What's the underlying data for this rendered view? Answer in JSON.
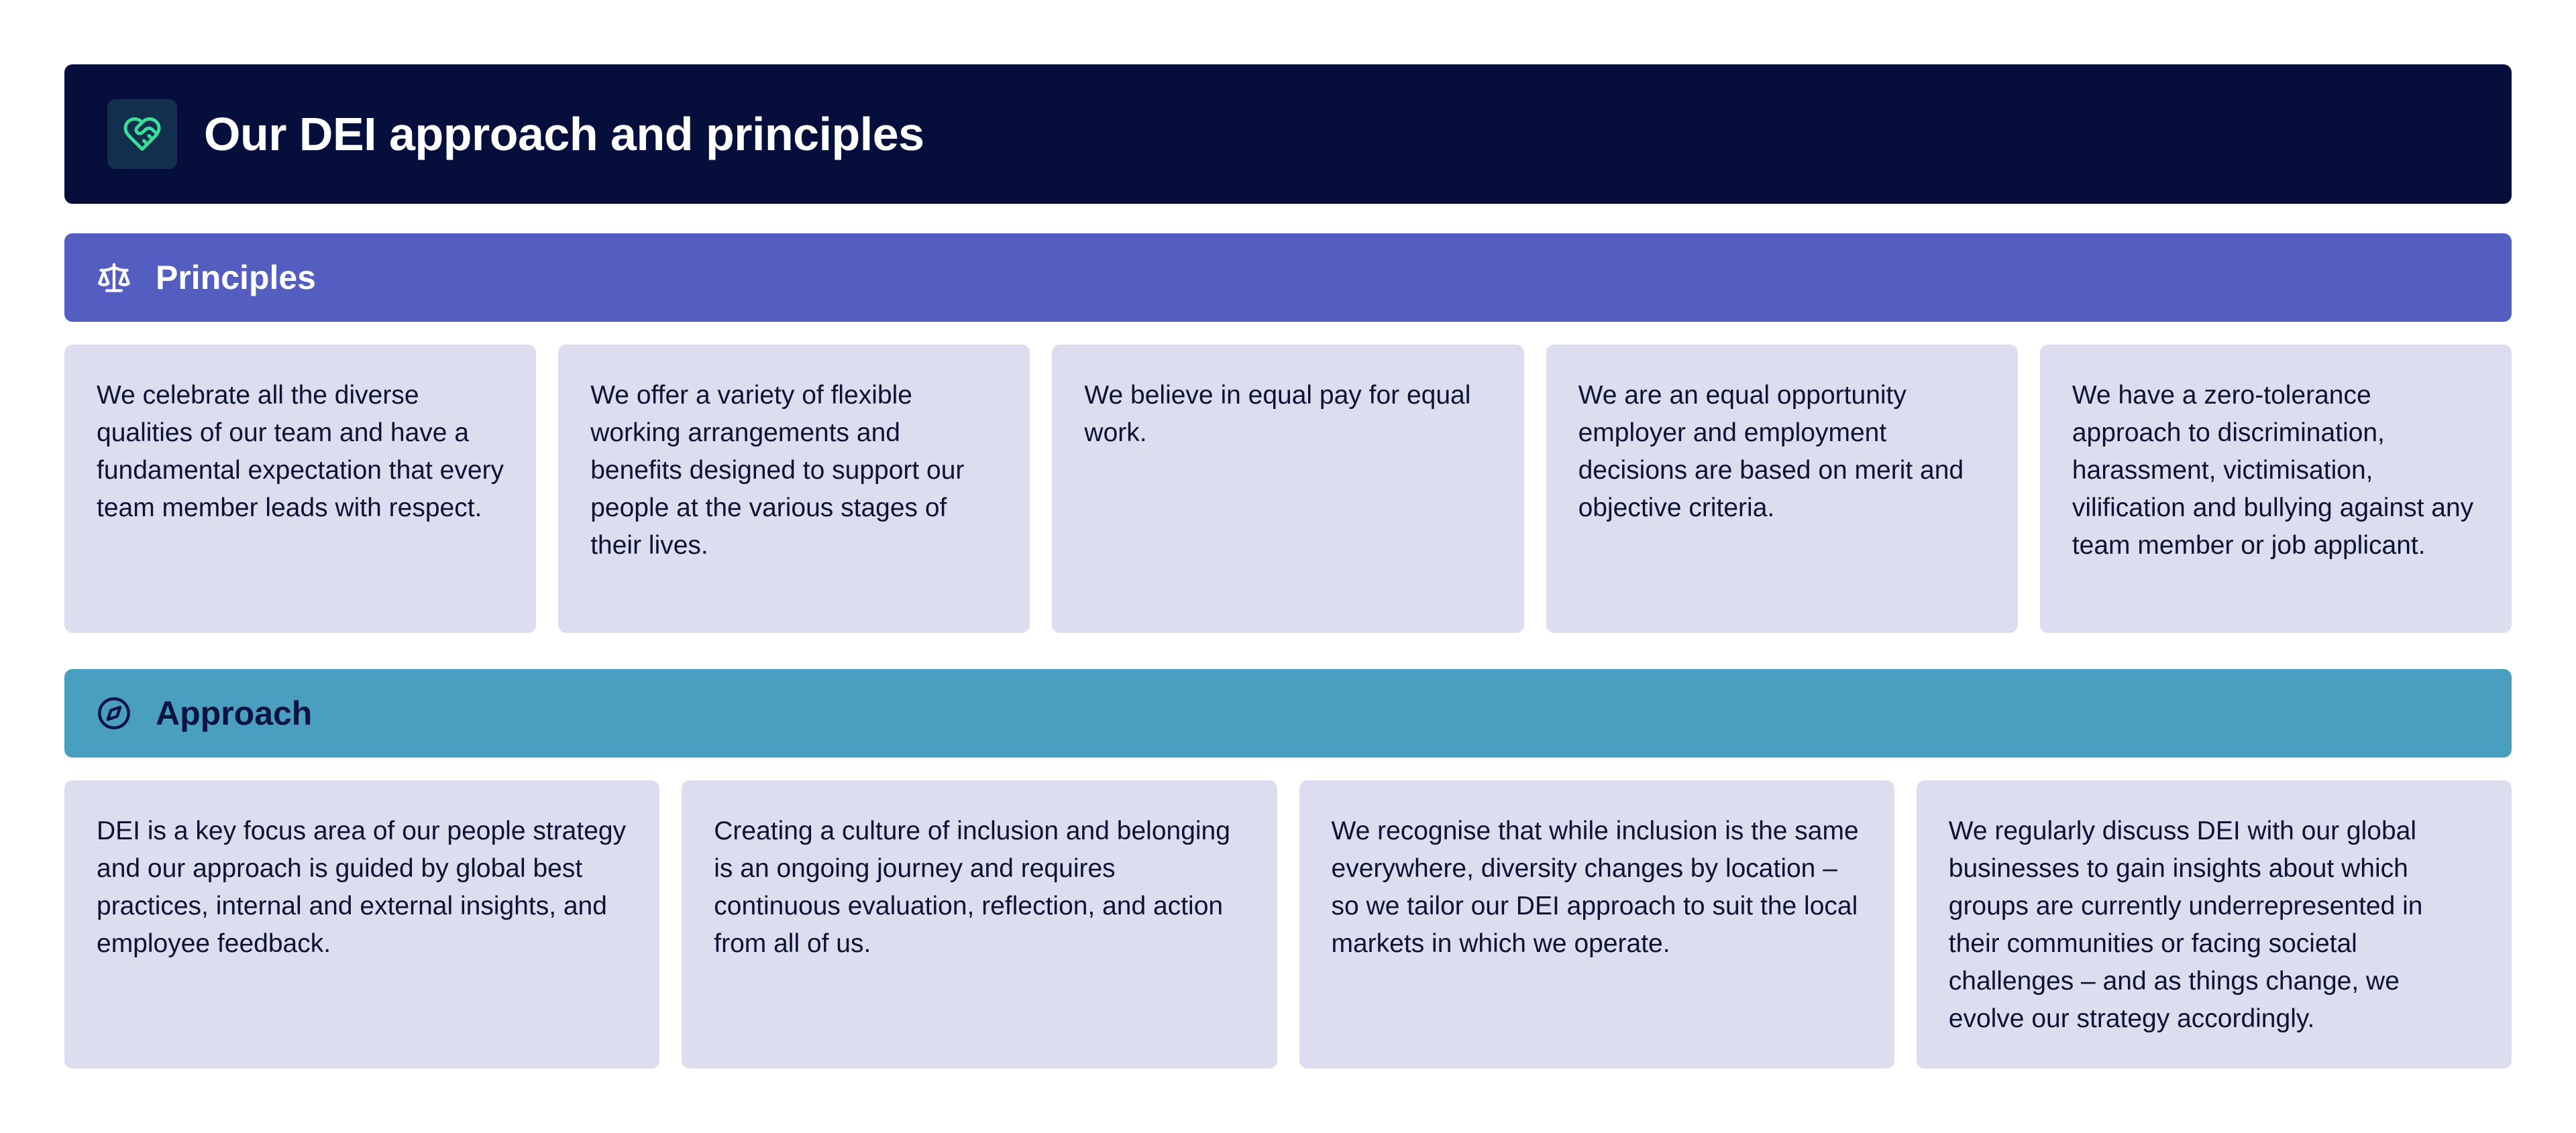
{
  "hero": {
    "title": "Our DEI approach and principles",
    "icon": "heart-handshake-icon",
    "accent_color": "#3ddc97",
    "background": "#060e3c"
  },
  "principles": {
    "label": "Principles",
    "icon": "scale-icon",
    "color": "#535ec0",
    "cards": [
      "We celebrate all the diverse qualities of our team and have a fundamental expectation that every team member leads with respect.",
      "We offer a variety of flexible working arrangements and benefits designed to support our people at the various stages of their lives.",
      "We believe in equal pay for equal work.",
      "We are an equal opportunity employer and employment decisions are based on merit and objective criteria.",
      "We have a zero-tolerance approach to discrimination, harassment, victimisation, vilification and bullying against any team member or job applicant."
    ]
  },
  "approach": {
    "label": "Approach",
    "icon": "compass-icon",
    "color": "#4a9ebf",
    "cards": [
      "DEI is a key focus area of our people strategy and our approach is guided by global best practices, internal and external insights, and employee feedback.",
      "Creating a culture of inclusion and belonging is an ongoing journey and requires continuous evaluation, reflection, and action from all of us.",
      "We recognise that while inclusion is the same everywhere, diversity changes by location – so we tailor our DEI approach to suit the local markets in which we operate.",
      "We regularly discuss DEI with our global businesses to gain insights about which groups are currently underrepresented in their communities or facing societal challenges – and as things change, we evolve our strategy accordingly."
    ]
  }
}
